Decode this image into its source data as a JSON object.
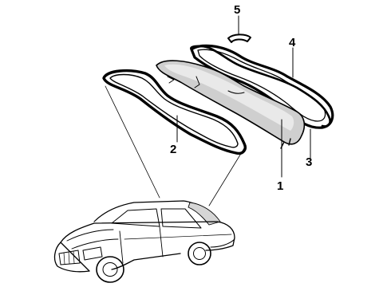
{
  "diagram": {
    "callouts": [
      {
        "id": "1",
        "label": "1"
      },
      {
        "id": "2",
        "label": "2"
      },
      {
        "id": "3",
        "label": "3"
      },
      {
        "id": "4",
        "label": "4"
      },
      {
        "id": "5",
        "label": "5"
      }
    ],
    "parts": [
      {
        "callout": "1",
        "name": "rear-window-glass"
      },
      {
        "callout": "2",
        "name": "outer-weatherstrip-seal"
      },
      {
        "callout": "3",
        "name": "inner-seal-frame"
      },
      {
        "callout": "4",
        "name": "upper-molding-strip"
      },
      {
        "callout": "5",
        "name": "retaining-clip"
      }
    ],
    "colors": {
      "ink": "#000000",
      "background": "#ffffff",
      "glass_shade": "#bdbdbd"
    }
  }
}
